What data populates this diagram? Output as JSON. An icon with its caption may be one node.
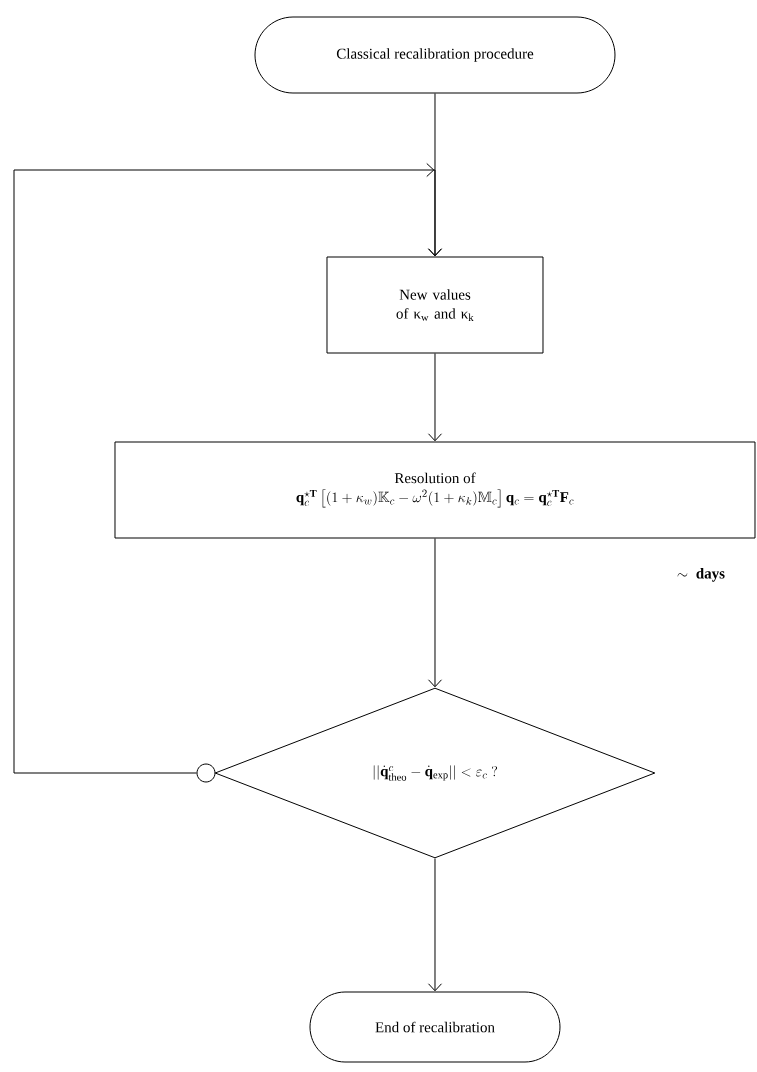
{
  "diagram": {
    "nodes": [
      {
        "text": [
          "Classical recalibration procedure"
        ]
      },
      {
        "text": [
          "New values of κ$_{w}$ and κ$_{k}$"
        ]
      },
      {
        "text": [
          "Resolution of",
          "\\mathbf{q}_c^{\\star\\mathbf{T}}\\left[(1+\\kappa_w)\\mathbb{K}_c-\\omega^2(1+\\kappa_k)\\mathbb{M}_c\\right]\\mathbf{q}_c=\\mathbf{q}_c^{\\star\\mathbf{T}}\\mathbf{F}_c"
        ],
        "beside": [
          "\\sim\\ \\textbf{days}"
        ]
      },
      {
        "text": [
          "||\\dot{\\mathbf{q}}^c_{\\mathrm{theo}}-\\dot{\\mathbf{q}}_{\\mathrm{exp}}|| < \\varepsilon_c\\ ?"
        ]
      },
      {
        "text": [],
        "shape": "circle"
      },
      {
        "text": [
          "End of recalibration"
        ]
      }
    ],
    "edges": [
      {
        "from": 0,
        "to": 1,
        "arrow": "to"
      },
      {
        "from": 4,
        "to": 1,
        "arrow": "to"
      },
      {
        "from": 1,
        "to": 2,
        "arrow": "to"
      },
      {
        "from": 2,
        "to": 3,
        "arrow": "to"
      },
      {
        "from": 3,
        "to": 5,
        "arrow": "to"
      }
    ]
  }
}
